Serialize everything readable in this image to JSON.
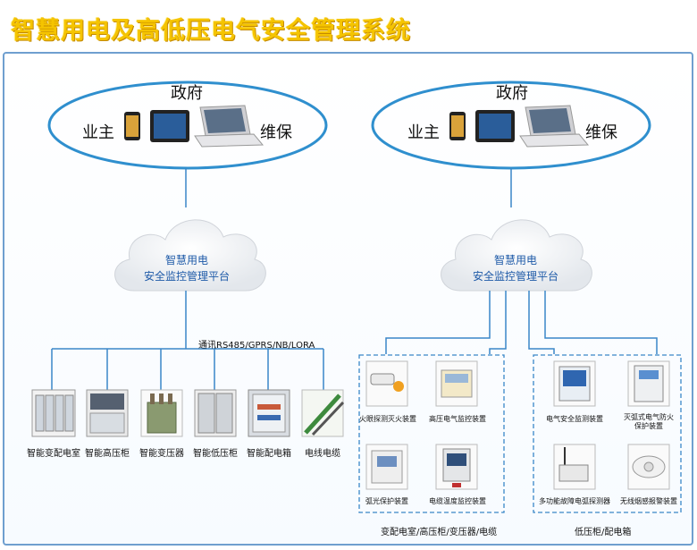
{
  "title": "智慧用电及高低压电气安全管理系统",
  "left_system": {
    "top_label": "政府",
    "left_label": "业主",
    "right_label": "维保",
    "cloud_line1": "智慧用电",
    "cloud_line2": "安全监控管理平台",
    "comm_label": "通讯RS485/GPRS/NB/LORA",
    "devices": [
      "智能变配电室",
      "智能高压柜",
      "智能变压器",
      "智能低压柜",
      "智能配电箱",
      "电线电缆"
    ]
  },
  "right_system": {
    "top_label": "政府",
    "left_label": "业主",
    "right_label": "维保",
    "cloud_line1": "智慧用电",
    "cloud_line2": "安全监控管理平台",
    "group1": {
      "items": [
        "火眼探测灭火装置",
        "高压电气监控装置",
        "弧光保护装置",
        "电缆温度监控装置"
      ],
      "caption": "变配电室/高压柜/变压器/电缆"
    },
    "group2": {
      "items": [
        "电气安全监测装置",
        "灭弧式电气防火",
        "保护装置",
        "多功能故障电弧探测器",
        "无线烟感报警装置"
      ],
      "caption": "低压柜/配电箱"
    }
  },
  "colors": {
    "title": "#f5c400",
    "ellipse": "#2f8fce",
    "line": "#3a87c8",
    "cloud_text": "#1e5aa8"
  }
}
